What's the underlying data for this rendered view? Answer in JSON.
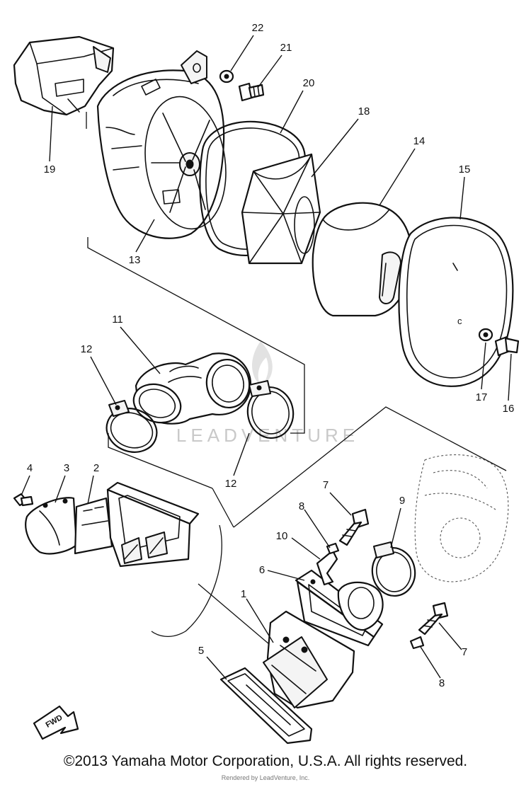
{
  "diagram": {
    "watermark": "LEADVENTURE",
    "fwd_label": "FWD",
    "callouts": [
      {
        "id": "c22",
        "label": "22"
      },
      {
        "id": "c21",
        "label": "21"
      },
      {
        "id": "c20",
        "label": "20"
      },
      {
        "id": "c18",
        "label": "18"
      },
      {
        "id": "c14",
        "label": "14"
      },
      {
        "id": "c15",
        "label": "15"
      },
      {
        "id": "c19",
        "label": "19"
      },
      {
        "id": "c13",
        "label": "13"
      },
      {
        "id": "c11",
        "label": "11"
      },
      {
        "id": "c12a",
        "label": "12"
      },
      {
        "id": "c12b",
        "label": "12"
      },
      {
        "id": "c17",
        "label": "17"
      },
      {
        "id": "c16",
        "label": "16"
      },
      {
        "id": "c4",
        "label": "4"
      },
      {
        "id": "c3",
        "label": "3"
      },
      {
        "id": "c2",
        "label": "2"
      },
      {
        "id": "c7a",
        "label": "7"
      },
      {
        "id": "c8a",
        "label": "8"
      },
      {
        "id": "c9",
        "label": "9"
      },
      {
        "id": "c10",
        "label": "10"
      },
      {
        "id": "c6",
        "label": "6"
      },
      {
        "id": "c1",
        "label": "1"
      },
      {
        "id": "c7b",
        "label": "7"
      },
      {
        "id": "c5",
        "label": "5"
      },
      {
        "id": "c8b",
        "label": "8"
      }
    ]
  },
  "footer": {
    "copyright": "©2013 Yamaha Motor Corporation, U.S.A. All rights reserved.",
    "rendered_by": "Rendered by LeadVenture, Inc."
  }
}
